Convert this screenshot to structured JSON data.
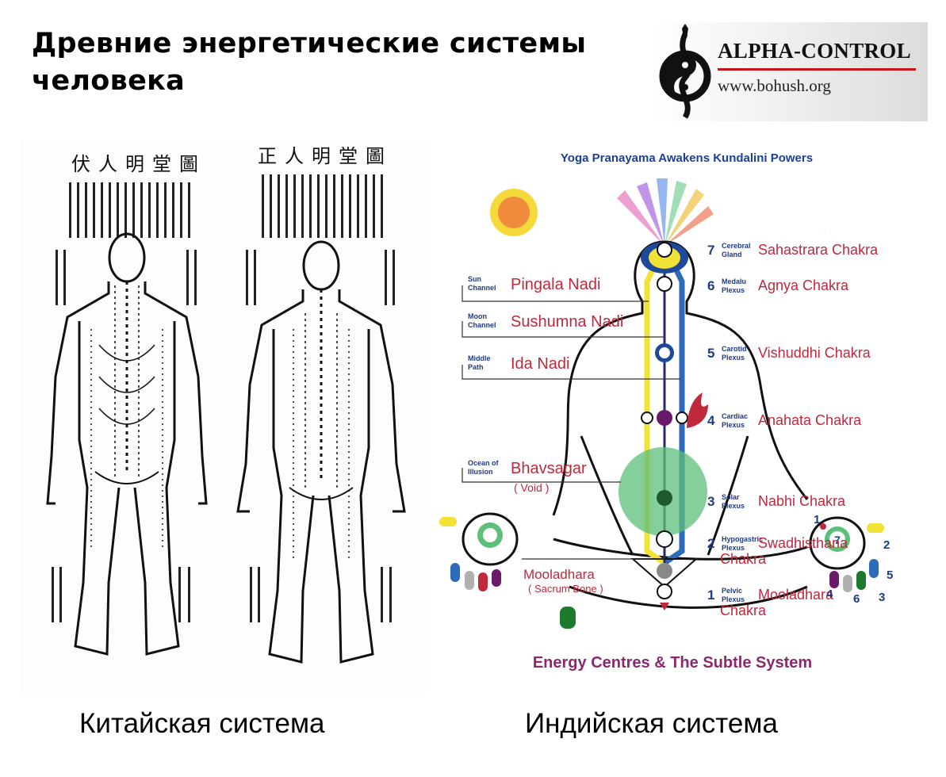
{
  "slide": {
    "title_line1": "Древние энергетические системы",
    "title_line2": "человека",
    "caption_left": "Китайская система",
    "caption_right": "Индийская система"
  },
  "logo": {
    "name": "ALPHA-CONTROL",
    "url": "www.bohush.org"
  },
  "chinese_chart": {
    "left_figure_title": "伏人明堂圖",
    "right_figure_title": "正人明堂圖"
  },
  "indian_chart": {
    "top_title": "Yoga Pranayama Awakens Kundalini Powers",
    "bottom_title": "Energy Centres & The Subtle System",
    "nadis": [
      {
        "small": [
          "Sun",
          "Channel"
        ],
        "name": "Pingala Nadi"
      },
      {
        "small": [
          "Moon",
          "Channel"
        ],
        "name": "Sushumna Nadi"
      },
      {
        "small": [
          "Middle",
          "Path"
        ],
        "name": "Ida Nadi"
      },
      {
        "small": [
          "Ocean of",
          "Illusion"
        ],
        "name": "Bhavsagar",
        "sub": "( Void )"
      }
    ],
    "chakras": [
      {
        "num": "7",
        "small": [
          "Cerebral",
          "Gland"
        ],
        "name": [
          "Sahastrara Chakra"
        ]
      },
      {
        "num": "6",
        "small": [
          "Medalu",
          "Plexus"
        ],
        "name": [
          "Agnya Chakra"
        ]
      },
      {
        "num": "5",
        "small": [
          "Carotid",
          "Plexus"
        ],
        "name": [
          "Vishuddhi Chakra"
        ]
      },
      {
        "num": "4",
        "small": [
          "Cardiac",
          "Plexus"
        ],
        "name": [
          "Anahata Chakra"
        ]
      },
      {
        "num": "3",
        "small": [
          "Solar",
          "Plexus"
        ],
        "name": [
          "Nabhi Chakra"
        ]
      },
      {
        "num": "2",
        "small": [
          "Hypogastric",
          "Plexus"
        ],
        "name": [
          "Swadhisthana",
          "Chakra"
        ]
      },
      {
        "num": "1",
        "small": [
          "Pelvic",
          "Plexus"
        ],
        "name": [
          "Mooladhara",
          "Chakra"
        ]
      }
    ],
    "mooladhara_left": [
      "Mooladhara",
      "( Sacrum Bone )"
    ],
    "hand_numbers": [
      "1",
      "2",
      "3",
      "4",
      "5",
      "6",
      "7"
    ],
    "colors": {
      "title_blue": "#1b3f9c",
      "label_red": "#c0283c",
      "label_blue": "#1f3a87",
      "bottom_title": "#8a2a6e",
      "pingala": "#f3e236",
      "ida": "#2d6bb8",
      "void_green": "#5cbf7a"
    }
  }
}
